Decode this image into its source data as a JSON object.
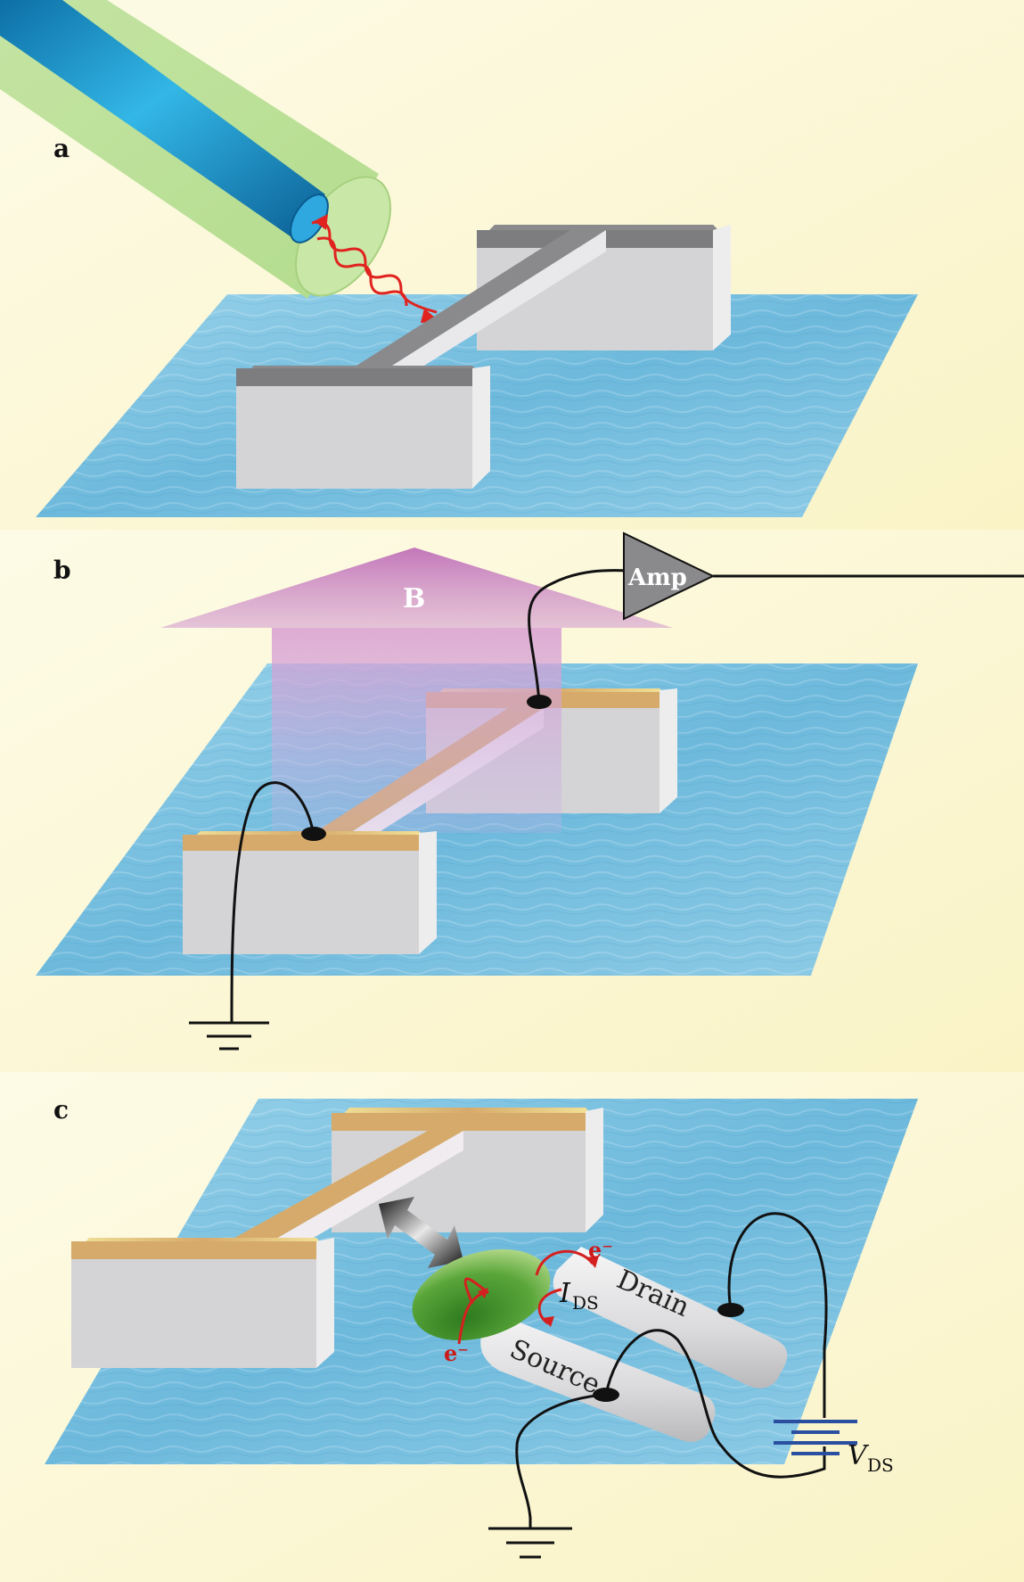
{
  "panels": {
    "a": {
      "label": "a"
    },
    "b": {
      "label": "b",
      "field_label": "B",
      "amp_label": "Amp"
    },
    "c": {
      "label": "c",
      "drain_label": "Drain",
      "source_label": "Source",
      "electron_label_1": "e⁻",
      "electron_label_2": "e⁻",
      "current_symbol": "I",
      "current_subscript": "DS",
      "voltage_symbol": "V",
      "voltage_subscript": "DS"
    }
  },
  "colors": {
    "background": "#fdfbe0",
    "substrate": "#7ec3e0",
    "block": "#d4d4d6",
    "gold": "#d6aa6a",
    "fiber_core": "#1a8fc4",
    "fiber_cladding": "#bde09a",
    "field_arrow": "#c98ac6",
    "sensor": "#56a032",
    "electron_arrow": "#d42020"
  }
}
